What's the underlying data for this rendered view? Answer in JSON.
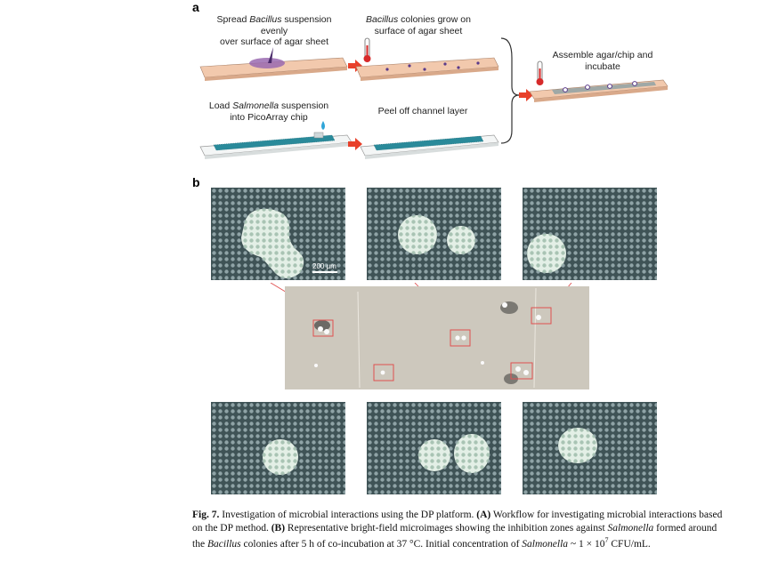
{
  "panel_a": {
    "label": "a",
    "steps": {
      "spread": {
        "pre": "Spread ",
        "italic": "Bacillus",
        "post": " suspension evenly",
        "line2": "over surface of agar sheet"
      },
      "grow": {
        "pre": "",
        "italic": "Bacillus",
        "post": " colonies grow on",
        "line2": "surface of agar sheet"
      },
      "load": {
        "pre": "Load ",
        "italic": "Salmonella",
        "post": " suspension",
        "line2": "into PicoArray chip"
      },
      "peel": {
        "line1": "Peel off channel layer"
      },
      "assemble": {
        "line1": "Assemble agar/chip and",
        "line2": "incubate"
      }
    }
  },
  "panel_b": {
    "label": "b",
    "scale_bar": "200 μm"
  },
  "caption": {
    "fig": "Fig. 7.",
    "t1": " Investigation of microbial interactions using the DP platform. ",
    "a": "(A)",
    "t2": " Workflow for investigating microbial interactions based on the DP method. ",
    "b": "(B)",
    "t3": " Representative bright-field microimages showing the inhibition zones against ",
    "salm1": "Salmonella",
    "t4": " formed around the ",
    "bac": "Bacillus",
    "t5": " colonies after 5 h of co-incubation at 37 °C. Initial concentration of ",
    "salm2": "Salmonella",
    "t6": " ~ 1 × 10",
    "exp": "7",
    "t7": " CFU/mL."
  },
  "colors": {
    "arrow": "#e8402a",
    "agar": "#f2c9ad",
    "colony": "#5a3a8a",
    "chip": "#2a8a9a",
    "tile_bg": "#3f5356",
    "zone": "#c9e2d0"
  }
}
